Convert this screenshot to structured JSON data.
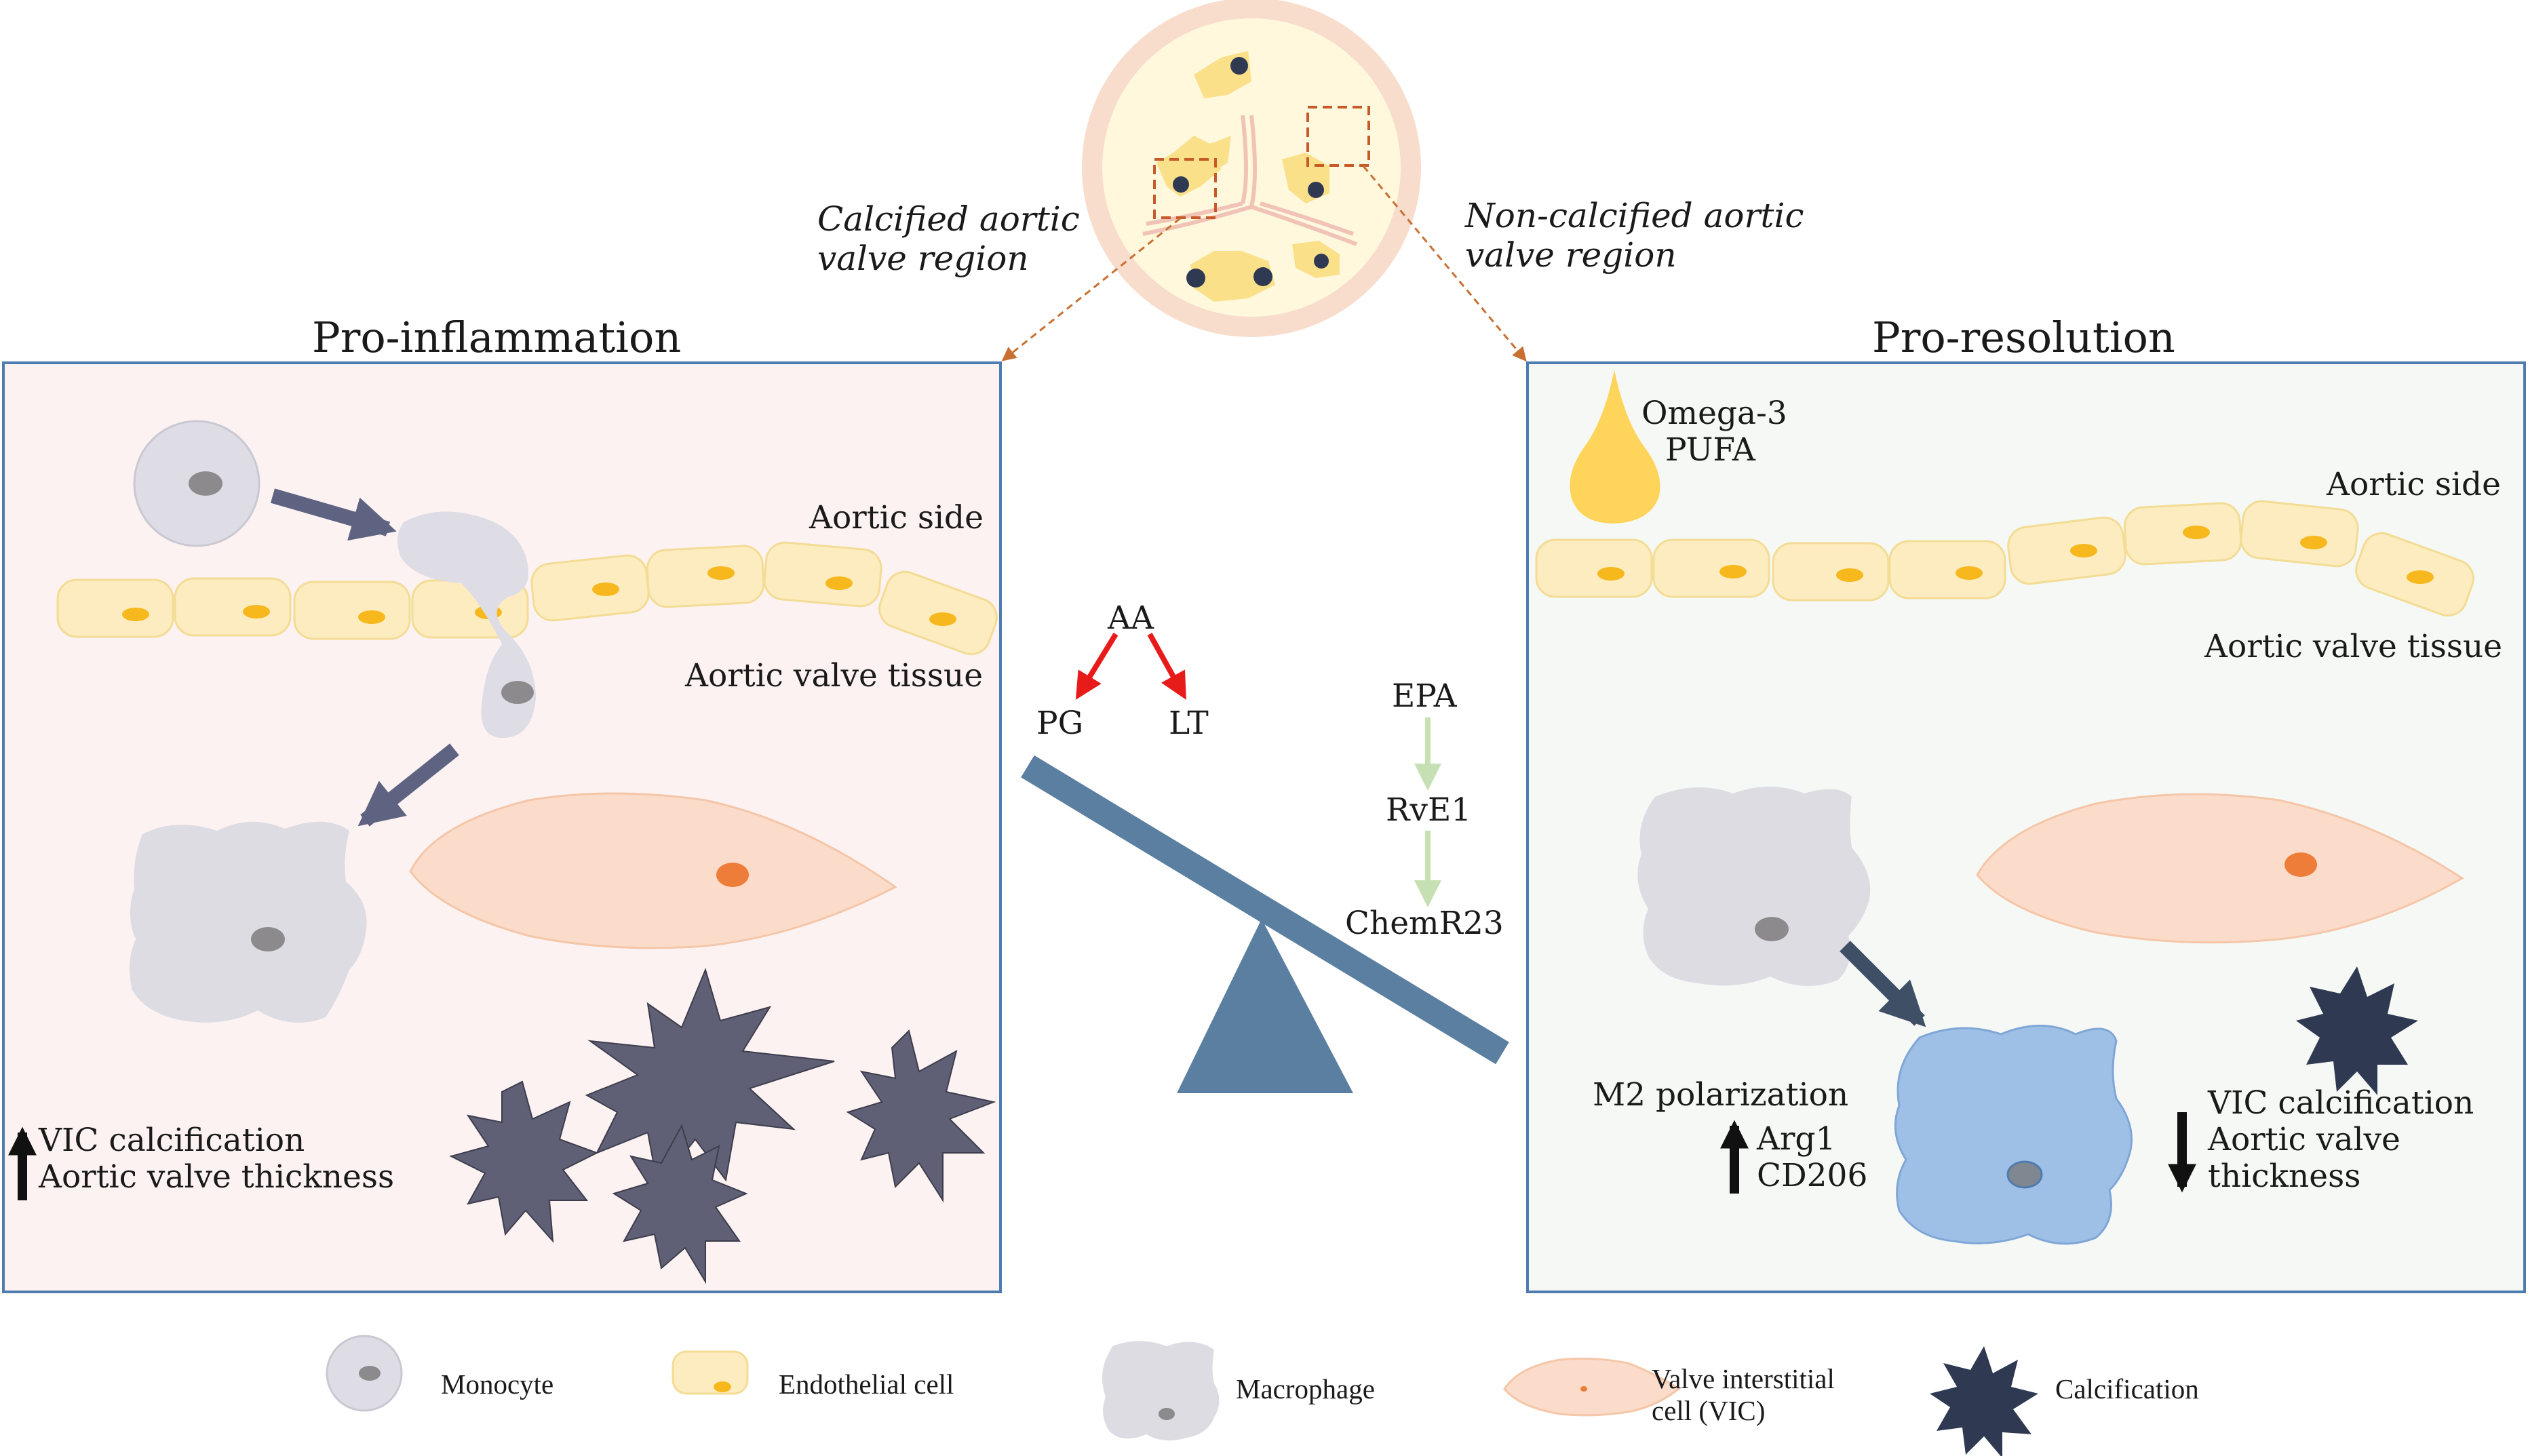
{
  "top": {
    "calcified_label": [
      "Calcified aortic",
      "valve region"
    ],
    "noncalcified_label": [
      "Non-calcified aortic",
      "valve region"
    ]
  },
  "left_panel": {
    "title": "Pro-inflammation",
    "aortic_side": "Aortic side",
    "tissue": "Aortic valve tissue",
    "outcome_lines": [
      "VIC calcification",
      "Aortic valve thickness"
    ],
    "outcome_direction": "up"
  },
  "right_panel": {
    "title": "Pro-resolution",
    "pufa_lines": [
      "Omega-3",
      "PUFA"
    ],
    "aortic_side": "Aortic side",
    "tissue": "Aortic valve tissue",
    "m2_title": "M2 polarization",
    "m2_markers": [
      "Arg1",
      "CD206"
    ],
    "m2_direction": "up",
    "outcome_lines": [
      "VIC calcification",
      "Aortic valve",
      "thickness"
    ],
    "outcome_direction": "down"
  },
  "center": {
    "aa": "AA",
    "pg": "PG",
    "lt": "LT",
    "epa": "EPA",
    "rve1": "RvE1",
    "chemr23": "ChemR23"
  },
  "legend": {
    "monocyte": "Monocyte",
    "endothelial": "Endothelial cell",
    "macrophage": "Macrophage",
    "vic": [
      "Valve interstitial",
      "cell (VIC)"
    ],
    "calcification": "Calcification"
  },
  "colors": {
    "panel_border": "#4f7cb0",
    "left_panel_bg": "#fdf2f2",
    "right_panel_bg": "#f5f8f5",
    "endothelial_fill": "#fdecbf",
    "endothelial_nucleus": "#f7b81d",
    "monocyte": "#dedde5",
    "macrophage": "#dcdce2",
    "m2_macrophage": "#9fc0e6",
    "vic_fill": "#fbdcca",
    "vic_nucleus": "#ee7d3a",
    "calcification": "#5f6075",
    "seesaw": "#5b7fa0",
    "pathway_red": "#e81b1b",
    "pathway_green": "#c6e0b4",
    "pufa_drop": "#ffd45a"
  }
}
